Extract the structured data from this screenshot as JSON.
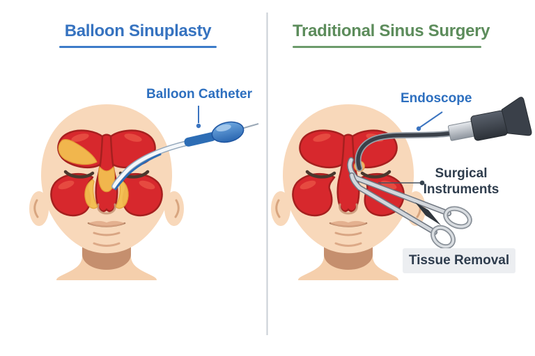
{
  "left_panel": {
    "title": "Balloon Sinuplasty",
    "labels": {
      "balloon_catheter": "Balloon Catheter"
    }
  },
  "right_panel": {
    "title": "Traditional Sinus Surgery",
    "labels": {
      "endoscope": "Endoscope",
      "surgical_instruments": "Surgical Instruments",
      "tissue_removal": "Tissue Removal"
    }
  },
  "icons": {
    "balloon_catheter_device": "balloon-catheter-illustration",
    "endoscope_device": "endoscope-illustration",
    "surgical_forceps": "surgical-forceps-illustration",
    "head_cross_section": "head-sinus-cross-section"
  },
  "colors": {
    "left_accent": "#3673C0",
    "left_underline": "#3D7CC9",
    "right_accent": "#5C8C5B",
    "right_underline": "#6C9B6B",
    "callout_blue": "#2D6FBF",
    "callout_navy": "#2F3D4D",
    "tissue_box_bg": "#ECEEF1",
    "divider": "#C9CFD6",
    "skin": "#F8D8BA",
    "sinus_red": "#D7282D",
    "sinus_red_outline": "#A6201F",
    "mucus_yellow": "#F3BE4F",
    "catheter_blue": "#2D6DB5",
    "endoscope_dark": "#3A4049",
    "instrument_silver": "#D3D7DC"
  }
}
